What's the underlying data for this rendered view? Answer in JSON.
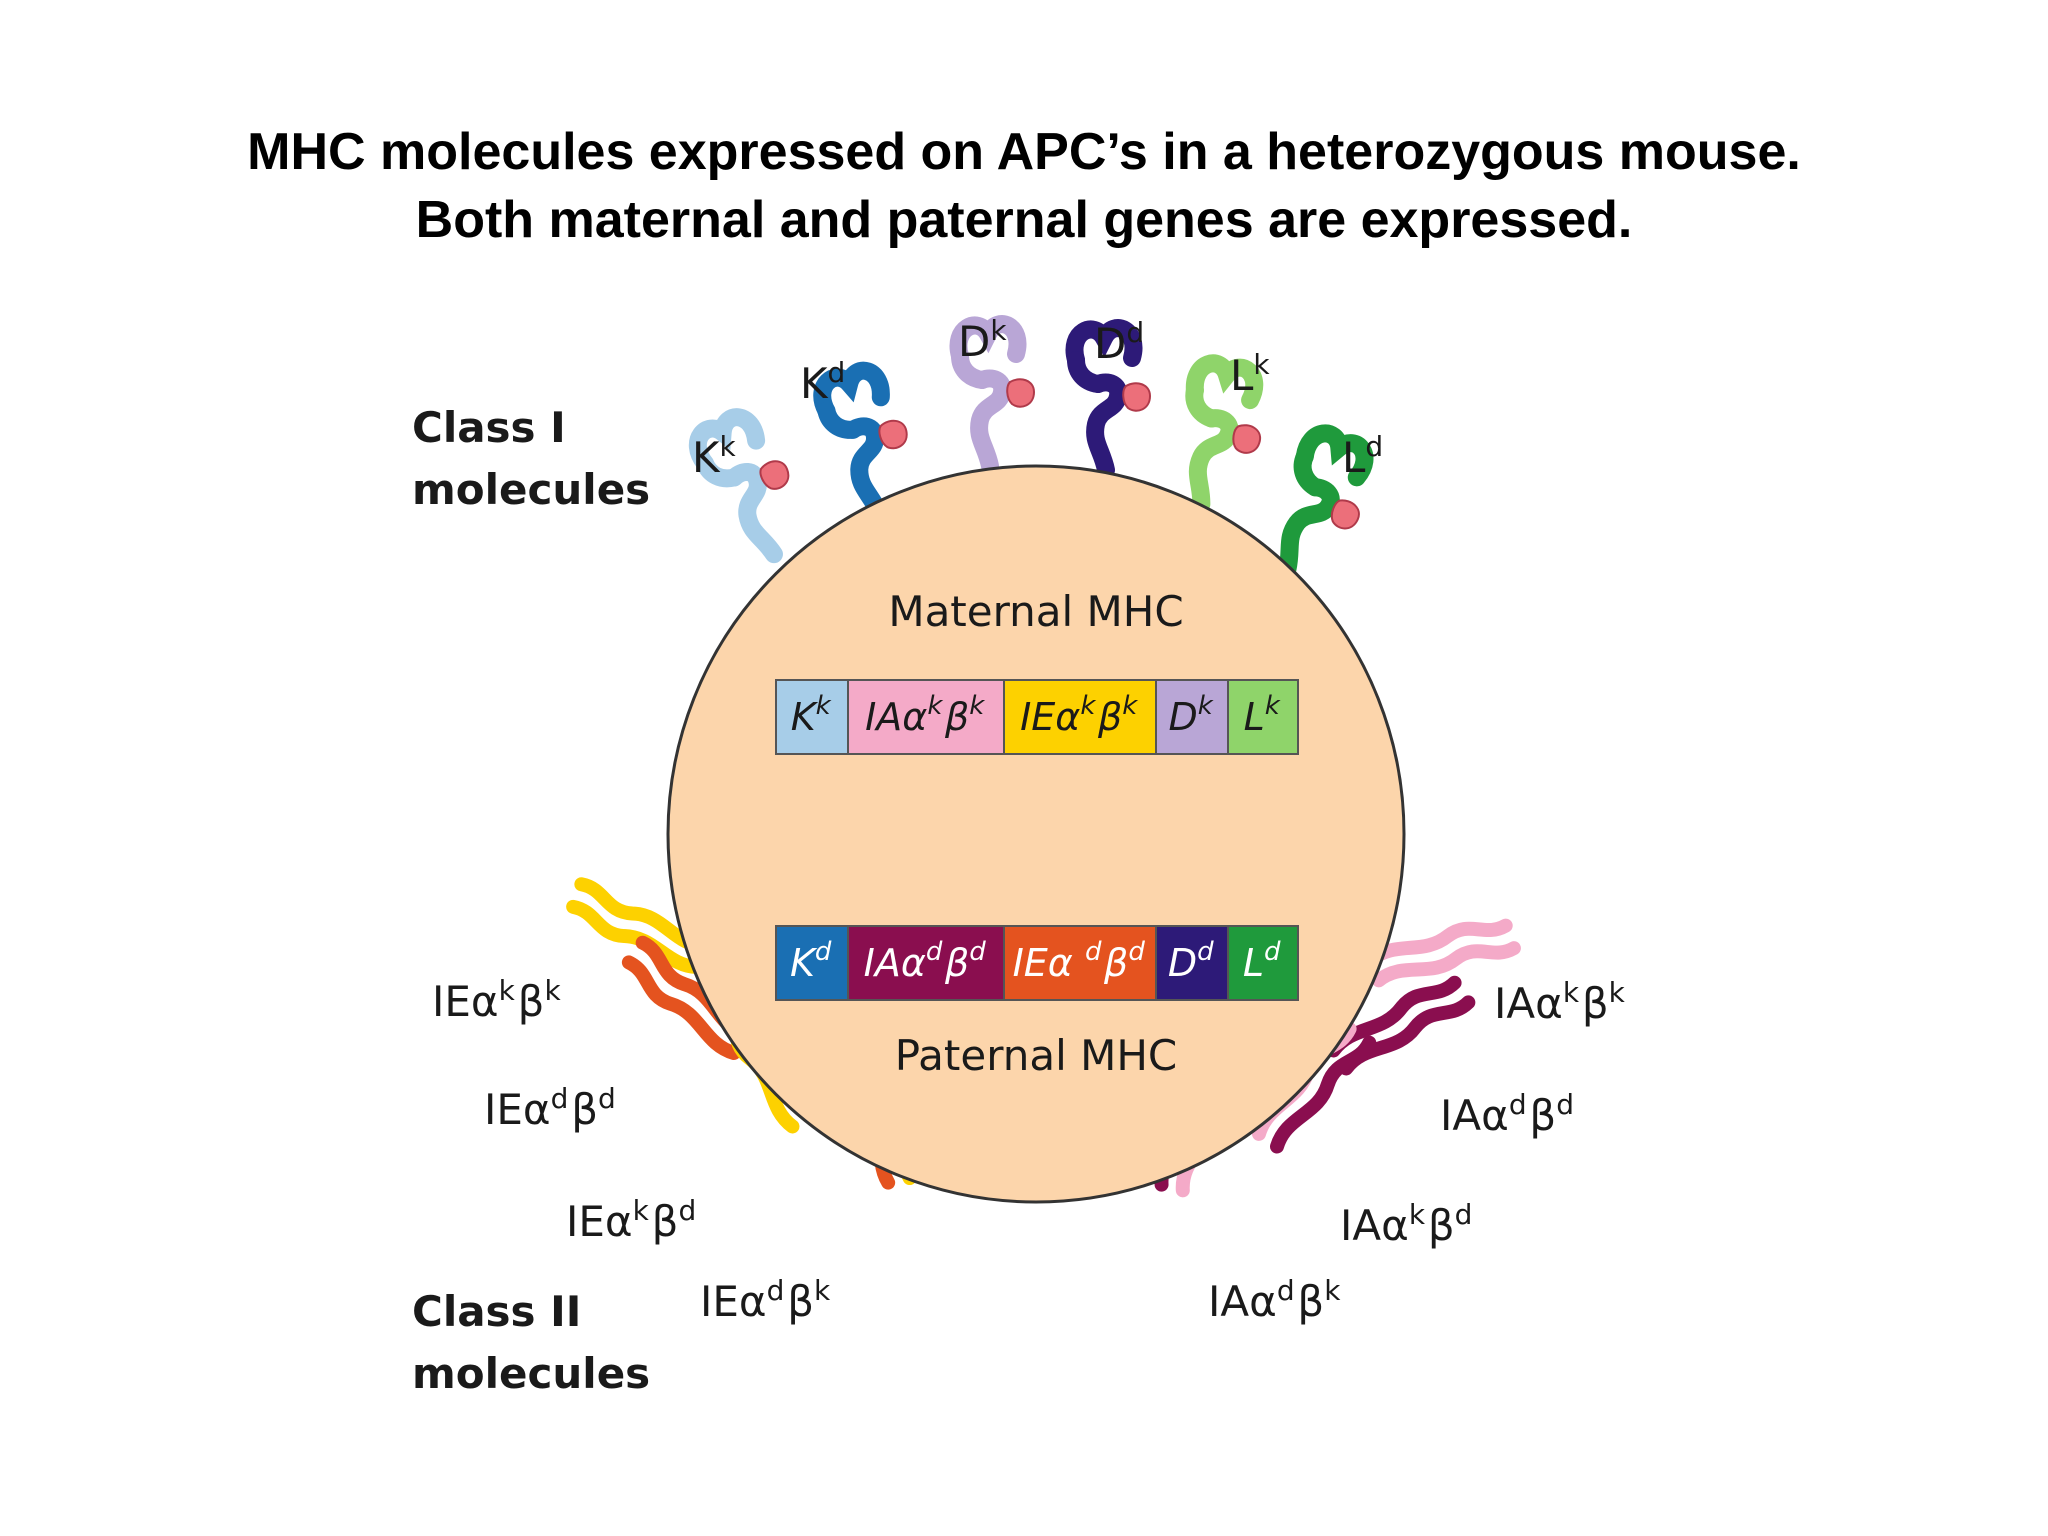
{
  "title": {
    "line1": "MHC molecules expressed on APC’s in a heterozygous mouse.",
    "line2": "Both maternal and paternal genes are expressed."
  },
  "sections": {
    "class1_line1": "Class I",
    "class1_line2": "molecules",
    "class2_line1": "Class II",
    "class2_line2": "molecules"
  },
  "cell": {
    "maternal_label": "Maternal MHC",
    "paternal_label": "Paternal MHC",
    "color": "#fcd5ab"
  },
  "maternal_genes": [
    {
      "base": "K",
      "sup": "k",
      "color": "#a7cde8",
      "text_color": "#1a1a1a"
    },
    {
      "base": "IAα",
      "sup": "k",
      "base2": "β",
      "sup2": "k",
      "color": "#f4aac8",
      "text_color": "#1a1a1a"
    },
    {
      "base": "IEα",
      "sup": "k",
      "base2": "β",
      "sup2": "k",
      "color": "#fdd100",
      "text_color": "#1a1a1a"
    },
    {
      "base": "D",
      "sup": "k",
      "color": "#b9a6d6",
      "text_color": "#1a1a1a"
    },
    {
      "base": "L",
      "sup": "k",
      "color": "#8fd46a",
      "text_color": "#1a1a1a"
    }
  ],
  "paternal_genes": [
    {
      "base": "K",
      "sup": "d",
      "color": "#1a6fb3",
      "text_color": "#ffffff"
    },
    {
      "base": "IAα",
      "sup": "d",
      "base2": "β",
      "sup2": "d",
      "color": "#8a0e4f",
      "text_color": "#ffffff"
    },
    {
      "base": "IEα ",
      "sup": "d",
      "base2": "β",
      "sup2": "d",
      "color": "#e4531f",
      "text_color": "#ffffff"
    },
    {
      "base": "D",
      "sup": "d",
      "color": "#2d1a78",
      "text_color": "#ffffff"
    },
    {
      "base": "L",
      "sup": "d",
      "color": "#1f9a3c",
      "text_color": "#ffffff"
    }
  ],
  "class1_molecules": [
    {
      "base": "K",
      "sup": "k",
      "color": "#a7cde8"
    },
    {
      "base": "K",
      "sup": "d",
      "color": "#1a6fb3"
    },
    {
      "base": "D",
      "sup": "k",
      "color": "#b9a6d6"
    },
    {
      "base": "D",
      "sup": "d",
      "color": "#2d1a78"
    },
    {
      "base": "L",
      "sup": "k",
      "color": "#8fd46a"
    },
    {
      "base": "L",
      "sup": "d",
      "color": "#1f9a3c"
    }
  ],
  "peptide_color": "#ec6f7a",
  "class2_left": [
    {
      "base": "IEα",
      "sup": "k",
      "base2": "β",
      "sup2": "k",
      "alpha_color": "#fdd100",
      "beta_color": "#fdd100"
    },
    {
      "base": "IEα",
      "sup": "d",
      "base2": "β",
      "sup2": "d",
      "alpha_color": "#e4531f",
      "beta_color": "#e4531f"
    },
    {
      "base": "IEα",
      "sup": "k",
      "base2": "β",
      "sup2": "d",
      "alpha_color": "#fdd100",
      "beta_color": "#e4531f"
    },
    {
      "base": "IEα",
      "sup": "d",
      "base2": "β",
      "sup2": "k",
      "alpha_color": "#e4531f",
      "beta_color": "#fdd100"
    }
  ],
  "class2_right": [
    {
      "base": "IAα",
      "sup": "k",
      "base2": "β",
      "sup2": "k",
      "alpha_color": "#f4aac8",
      "beta_color": "#f4aac8"
    },
    {
      "base": "IAα",
      "sup": "d",
      "base2": "β",
      "sup2": "d",
      "alpha_color": "#8a0e4f",
      "beta_color": "#8a0e4f"
    },
    {
      "base": "IAα",
      "sup": "k",
      "base2": "β",
      "sup2": "d",
      "alpha_color": "#f4aac8",
      "beta_color": "#8a0e4f"
    },
    {
      "base": "IAα",
      "sup": "d",
      "base2": "β",
      "sup2": "k",
      "alpha_color": "#8a0e4f",
      "beta_color": "#f4aac8"
    }
  ]
}
